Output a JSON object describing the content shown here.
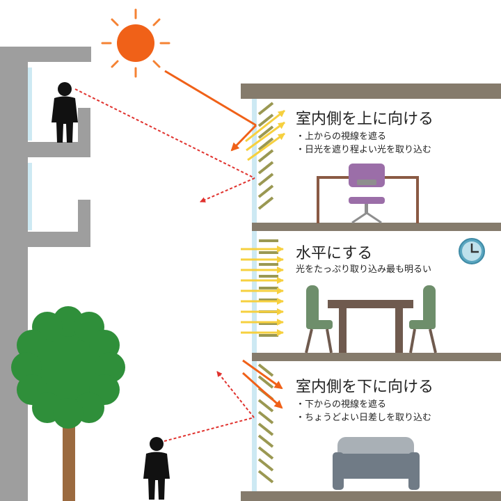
{
  "colors": {
    "building_gray": "#9e9e9e",
    "floor_brown": "#857b6c",
    "glass": "#cde9f3",
    "louver_olive": "#9a9852",
    "sun_orange": "#f06118",
    "sunray_orange": "#f58233",
    "light_yellow": "#f6d03f",
    "sight_line_red": "#e0312d",
    "desk_brown": "#8a5a44",
    "chair_purple": "#9b6ea8",
    "chair_gray": "#8e8e8e",
    "table_brown": "#6f5a4e",
    "dining_chair_green": "#6e8e6b",
    "clock_blue": "#5aa6c0",
    "sofa_gray": "#707b86",
    "tree_green": "#2f8f3a",
    "trunk_brown": "#9b6a3f",
    "person_black": "#111111"
  },
  "icons": [
    "sun-icon",
    "person-icon",
    "tree-icon",
    "desk-icon",
    "office-chair-icon",
    "clock-icon",
    "dining-table-icon",
    "dining-chair-icon",
    "sofa-icon"
  ],
  "sections": [
    {
      "heading": "室内側を上に向ける",
      "bullets": [
        "・上からの視線を遮る",
        "・日光を遮り程よい光を取り込む"
      ]
    },
    {
      "heading": "水平にする",
      "bullets": [
        "光をたっぷり取り込み最も明るい"
      ]
    },
    {
      "heading": "室内側を下に向ける",
      "bullets": [
        "・下からの視線を遮る",
        "・ちょうどよい日差しを取り込む"
      ]
    }
  ]
}
